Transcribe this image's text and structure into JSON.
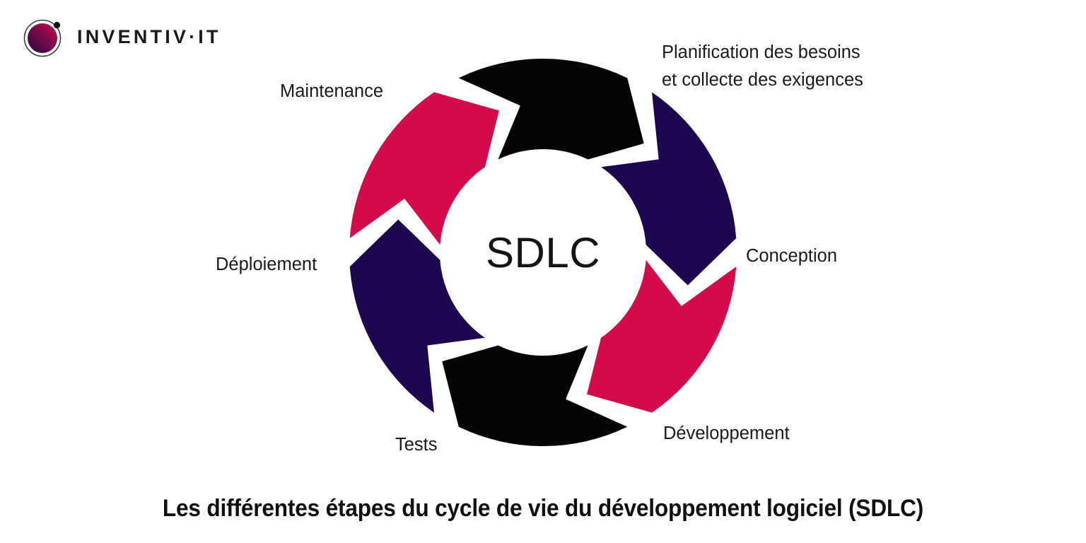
{
  "brand": {
    "name": "INVENTIV·IT",
    "logo_icon": "gradient-circle-logo",
    "colors": {
      "gradient_start": "#2b0a4a",
      "gradient_end": "#cf0b4a",
      "ring_stroke": "#3c3c3c",
      "dot": "#111111"
    }
  },
  "diagram": {
    "center_text": "SDLC",
    "type": "cyclical-arrow-ring",
    "colors": {
      "black": "#050505",
      "purple": "#1d0750",
      "crimson": "#d50a4b",
      "background": "#ffffff"
    },
    "stages": [
      {
        "id": "planification",
        "label": "Planification des besoins\net collecte des exigences",
        "color": "#050505",
        "order": 1
      },
      {
        "id": "conception",
        "label": "Conception",
        "color": "#1d0750",
        "order": 2
      },
      {
        "id": "developpement",
        "label": "Développement",
        "color": "#d50a4b",
        "order": 3
      },
      {
        "id": "tests",
        "label": "Tests",
        "color": "#050505",
        "order": 4
      },
      {
        "id": "deploiement",
        "label": "Déploiement",
        "color": "#1d0750",
        "order": 5
      },
      {
        "id": "maintenance",
        "label": "Maintenance",
        "color": "#d50a4b",
        "order": 6
      }
    ]
  },
  "caption": {
    "text": "Les différentes étapes du cycle de vie du développement logiciel (SDLC)"
  }
}
